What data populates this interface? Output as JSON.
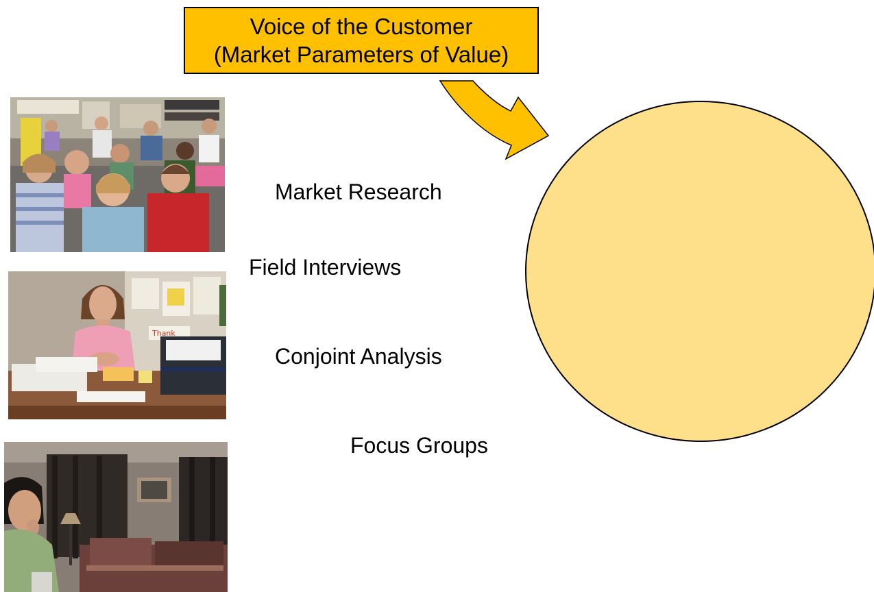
{
  "callout": {
    "line1": "Voice of the Customer",
    "line2": "(Market Parameters of Value)",
    "fill": "#ffc000"
  },
  "methods": [
    {
      "label": "Market Research"
    },
    {
      "label": "Field Interviews"
    },
    {
      "label": "Conjoint Analysis"
    },
    {
      "label": "Focus Groups"
    }
  ],
  "circle": {
    "fill": "#ffe08a"
  },
  "photos": [
    {
      "subject": "children-in-classroom-photo"
    },
    {
      "subject": "teacher-at-desk-photo"
    },
    {
      "subject": "person-in-living-room-photo"
    }
  ]
}
